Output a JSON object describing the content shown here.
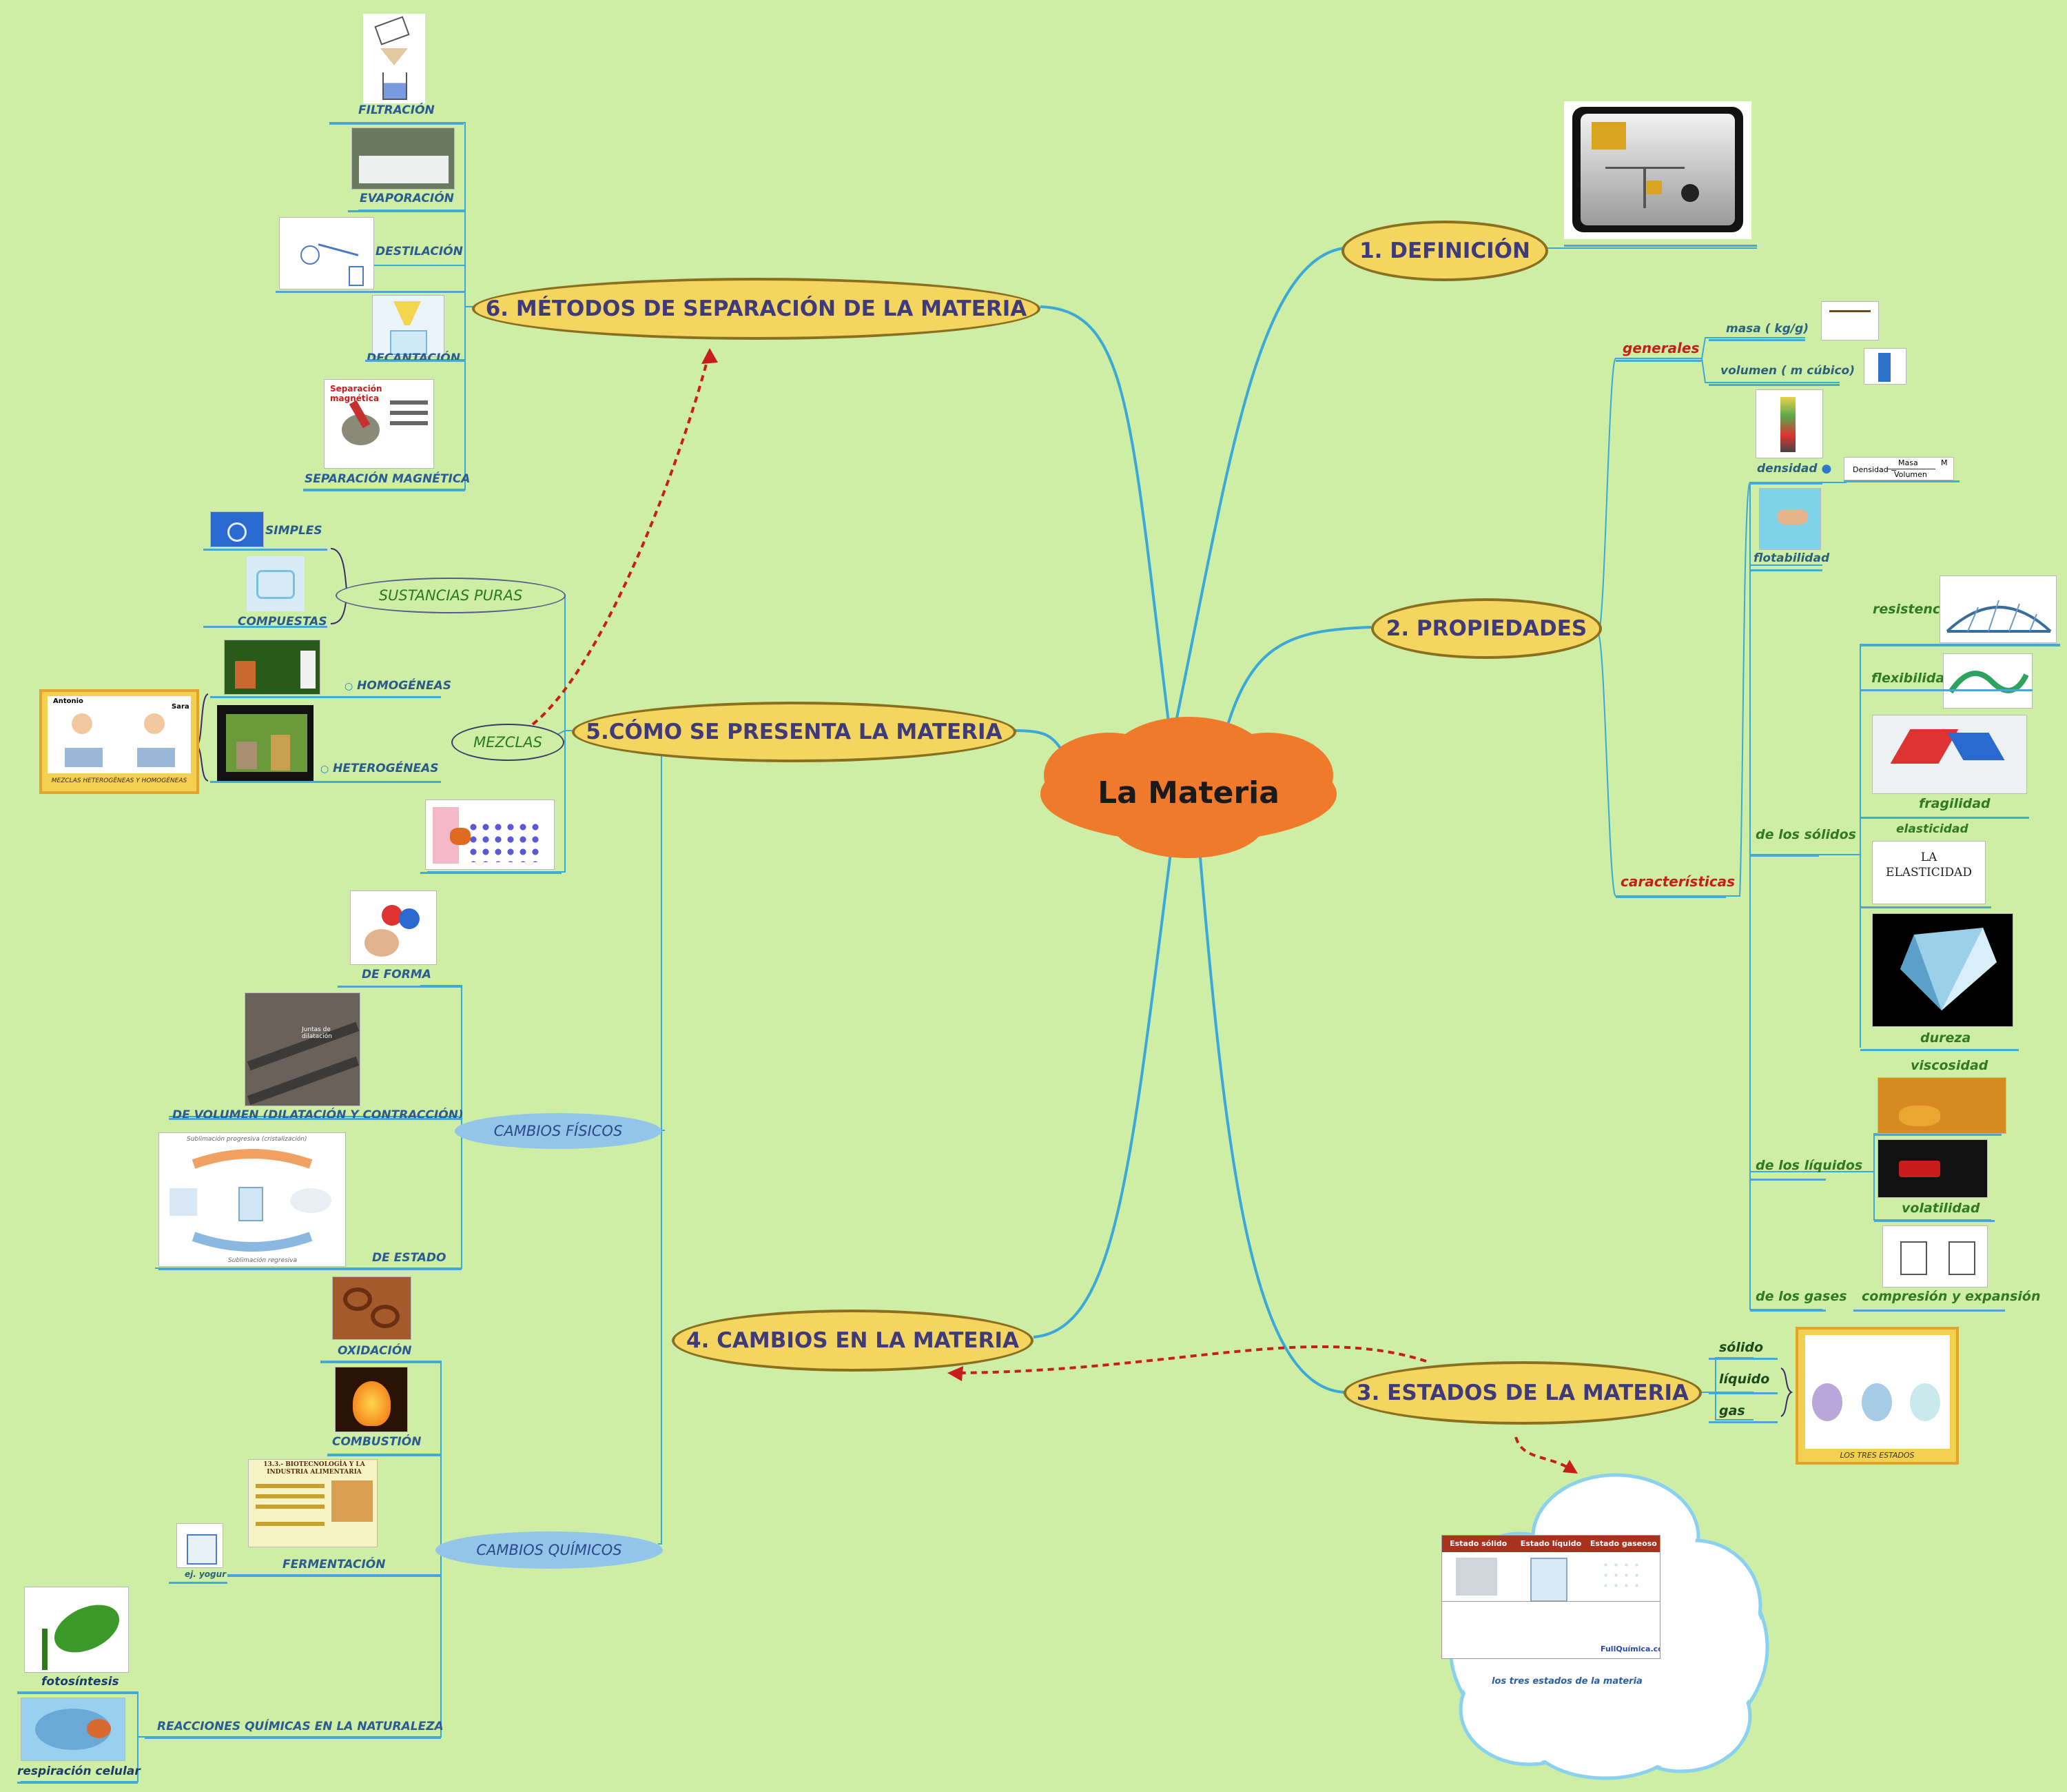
{
  "title": "La Materia",
  "topics": {
    "definicion": "1. DEFINICIÓN",
    "propiedades": "2. PROPIEDADES",
    "estados": "3. ESTADOS DE LA MATERIA",
    "cambios": "4. CAMBIOS EN LA MATERIA",
    "presenta": "5.CÓMO SE PRESENTA LA MATERIA",
    "separacion": "6. MÉTODOS DE SEPARACIÓN DE LA MATERIA"
  },
  "propiedades": {
    "generales": "generales",
    "masa": "masa ( kg/g)",
    "volumen": "volumen ( m cúbico)",
    "densidad": "densidad",
    "formula_num": "Masa",
    "formula_lhs": "Densidad =",
    "formula_den": "Volumen",
    "formula_unit": "M",
    "flotabilidad": "flotabilidad",
    "caracteristicas": "características",
    "solidos": "de los sólidos",
    "resistencia": "resistencia",
    "flexibilidad": "flexibilidad",
    "fragilidad": "fragilidad",
    "elasticidad": "elasticidad",
    "elasticidad_card_1": "LA",
    "elasticidad_card_2": "ELASTICIDAD",
    "dureza": "dureza",
    "liquidos": "de los líquidos",
    "viscosidad": "viscosidad",
    "volatilidad": "volatilidad",
    "gases": "de los gases",
    "compresion": "compresión y expansión"
  },
  "estados": {
    "solido": "sólido",
    "liquido": "líquido",
    "gas": "gas",
    "tres_estados": "LOS TRES ESTADOS",
    "table_headers": [
      "Estado sólido",
      "Estado líquido",
      "Estado gaseoso"
    ],
    "table_caption": "los tres estados de la materia",
    "table_brand": "FullQuímica.com"
  },
  "cambios": {
    "fisicos": "CAMBIOS FÍSICOS",
    "forma": "DE FORMA",
    "volumen": "DE VOLUMEN (DILATACIÓN Y CONTRACCIÓN)",
    "estado": "DE ESTADO",
    "quimicos": "CAMBIOS QUÍMICOS",
    "oxidacion": "OXIDACIÓN",
    "combustion": "COMBUSTIÓN",
    "fermentacion": "FERMENTACIÓN",
    "yogur": "ej. yogur",
    "reacciones": "REACCIONES QUÍMICAS EN LA NATURALEZA",
    "fotosintesis": "fotosíntesis",
    "respiracion": "respiración celular",
    "biotec_title": "13.3.- BIOTECNOLOGÍA Y LA INDUSTRIA ALIMENTARIA",
    "dilatacion_note": "Juntas de dilatación",
    "estado_top": "Sublimación progresiva (cristalización)",
    "estado_bottom": "Sublimación regresiva"
  },
  "presenta": {
    "sustancias": "SUSTANCIAS PURAS",
    "simples": "SIMPLES",
    "compuestas": "COMPUESTAS",
    "mezclas": "MEZCLAS",
    "homogeneas": "HOMOGÉNEAS",
    "heterogeneas": "HETEROGÉNEAS",
    "mezclas_caption": "MEZCLAS HETEROGÉNEAS Y HOMOGÉNEAS",
    "antonio": "Antonio",
    "sara": "Sara"
  },
  "separacion": {
    "filtracion": "FILTRACIÓN",
    "evaporacion": "EVAPORACIÓN",
    "destilacion": "DESTILACIÓN",
    "decantacion": "DECANTACIÓN",
    "magnetica": "SEPARACIÓN MAGNÉTICA",
    "magnetica_title": "Separación magnética"
  },
  "colors": {
    "background": "#cfeea5",
    "central": "#ef7a2b",
    "topic": "#f3d560",
    "branch": "#3aa9d8",
    "dashed": "#c81d1d"
  }
}
